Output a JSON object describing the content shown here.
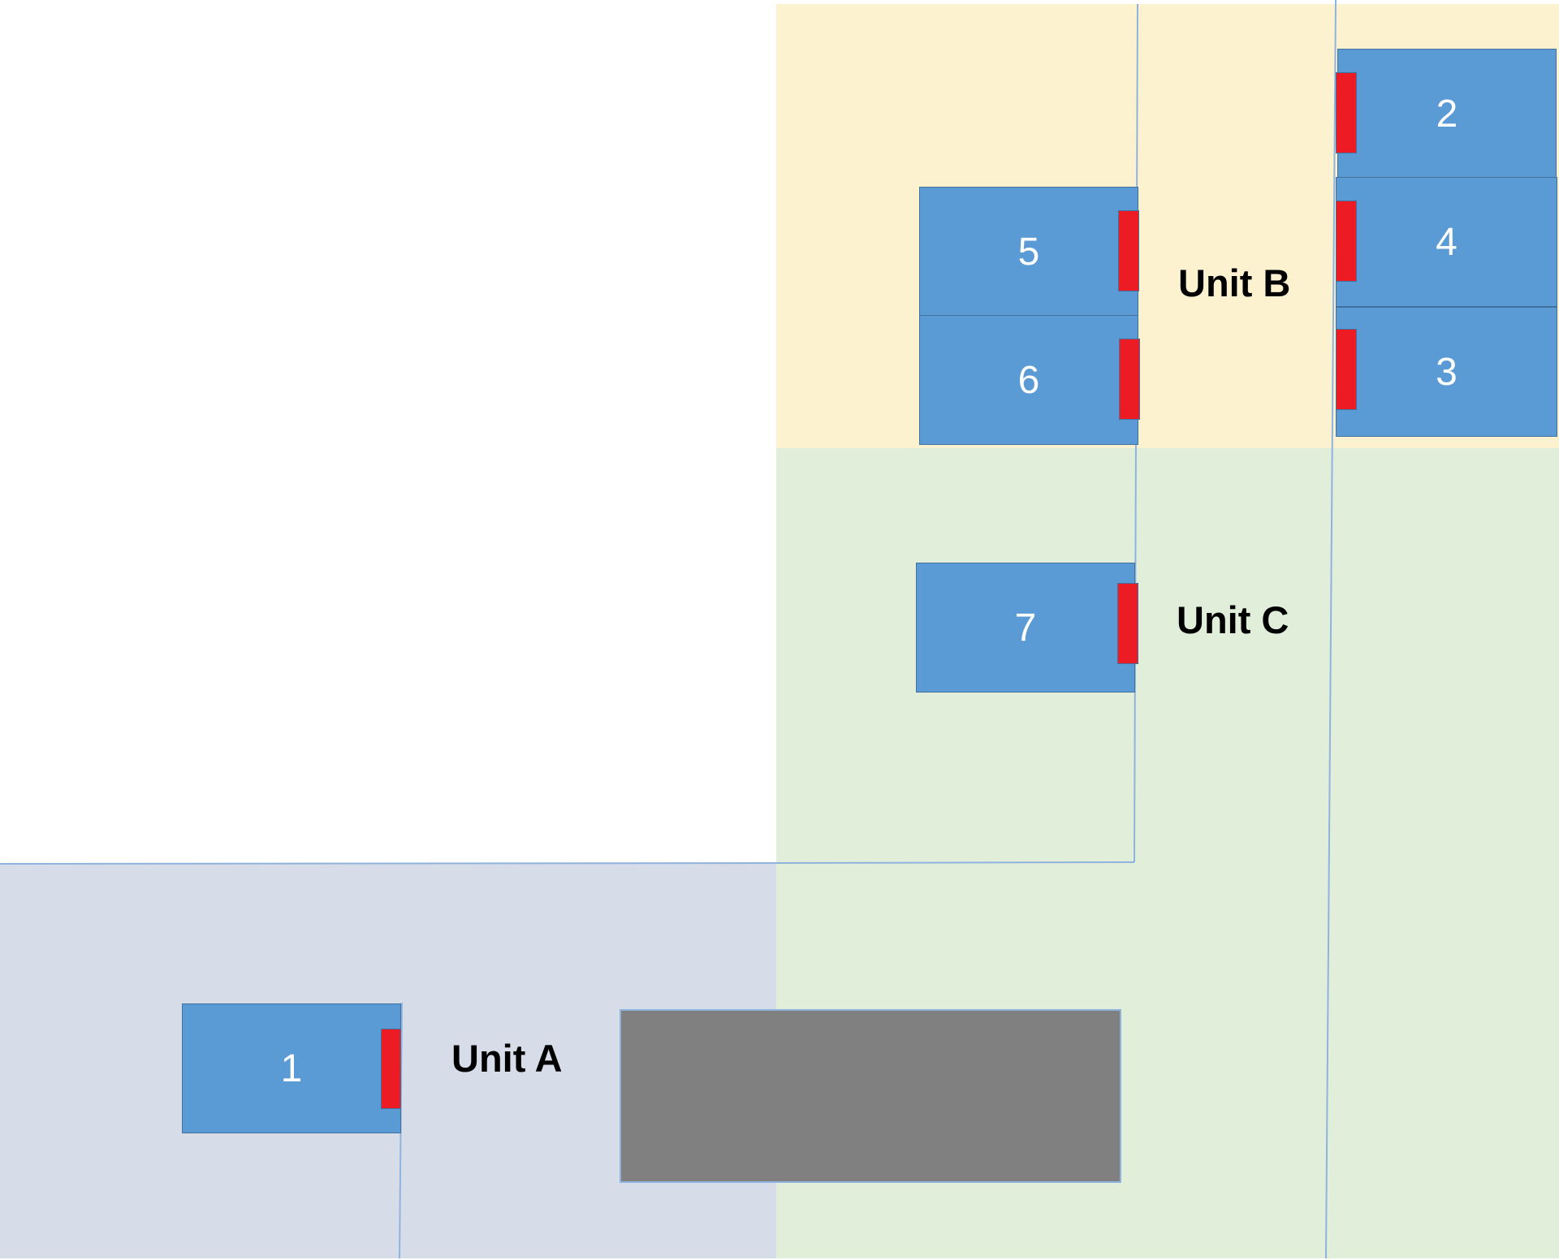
{
  "units": {
    "a": {
      "label": "Unit A"
    },
    "b": {
      "label": "Unit B"
    },
    "c": {
      "label": "Unit C"
    }
  },
  "bays": [
    {
      "number": "1"
    },
    {
      "number": "2"
    },
    {
      "number": "3"
    },
    {
      "number": "4"
    },
    {
      "number": "5"
    },
    {
      "number": "6"
    },
    {
      "number": "7"
    }
  ],
  "colors": {
    "unit_a_area": "#d6dce8",
    "unit_b_area": "#fdf2cf",
    "unit_c_area": "#e1efda",
    "bay_fill": "#5b9bd5",
    "bay_border": "#41719c",
    "marker_red": "#ed1c24",
    "obstacle_gray": "#808080",
    "divider_line": "#8fb3dd"
  }
}
